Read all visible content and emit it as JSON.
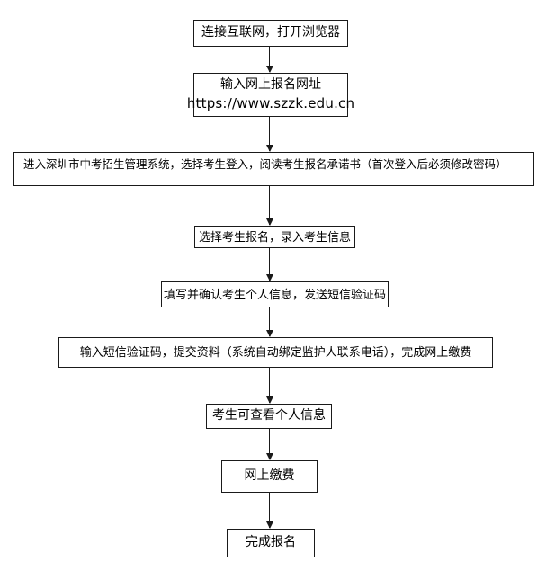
{
  "page": {
    "background_color": "#ffffff",
    "line_color": "#1a1a1a",
    "text_color": "#000000"
  },
  "flowchart": {
    "steps": [
      {
        "label": "连接互联网，打开浏览器"
      },
      {
        "label": "输入网上报名网址",
        "url": "https://www.szzk.edu.cn"
      },
      {
        "label": "进入深圳市中考招生管理系统，选择考生登入，阅读考生报名承诺书（首次登入后必须修改密码）"
      },
      {
        "label": "选择考生报名，录入考生信息"
      },
      {
        "label": "填写并确认考生个人信息，发送短信验证码"
      },
      {
        "label": "输入短信验证码，提交资料（系统自动绑定监护人联系电话），完成网上缴费"
      },
      {
        "label": "考生可查看个人信息"
      },
      {
        "label": "网上缴费"
      },
      {
        "label": "完成报名"
      }
    ]
  }
}
